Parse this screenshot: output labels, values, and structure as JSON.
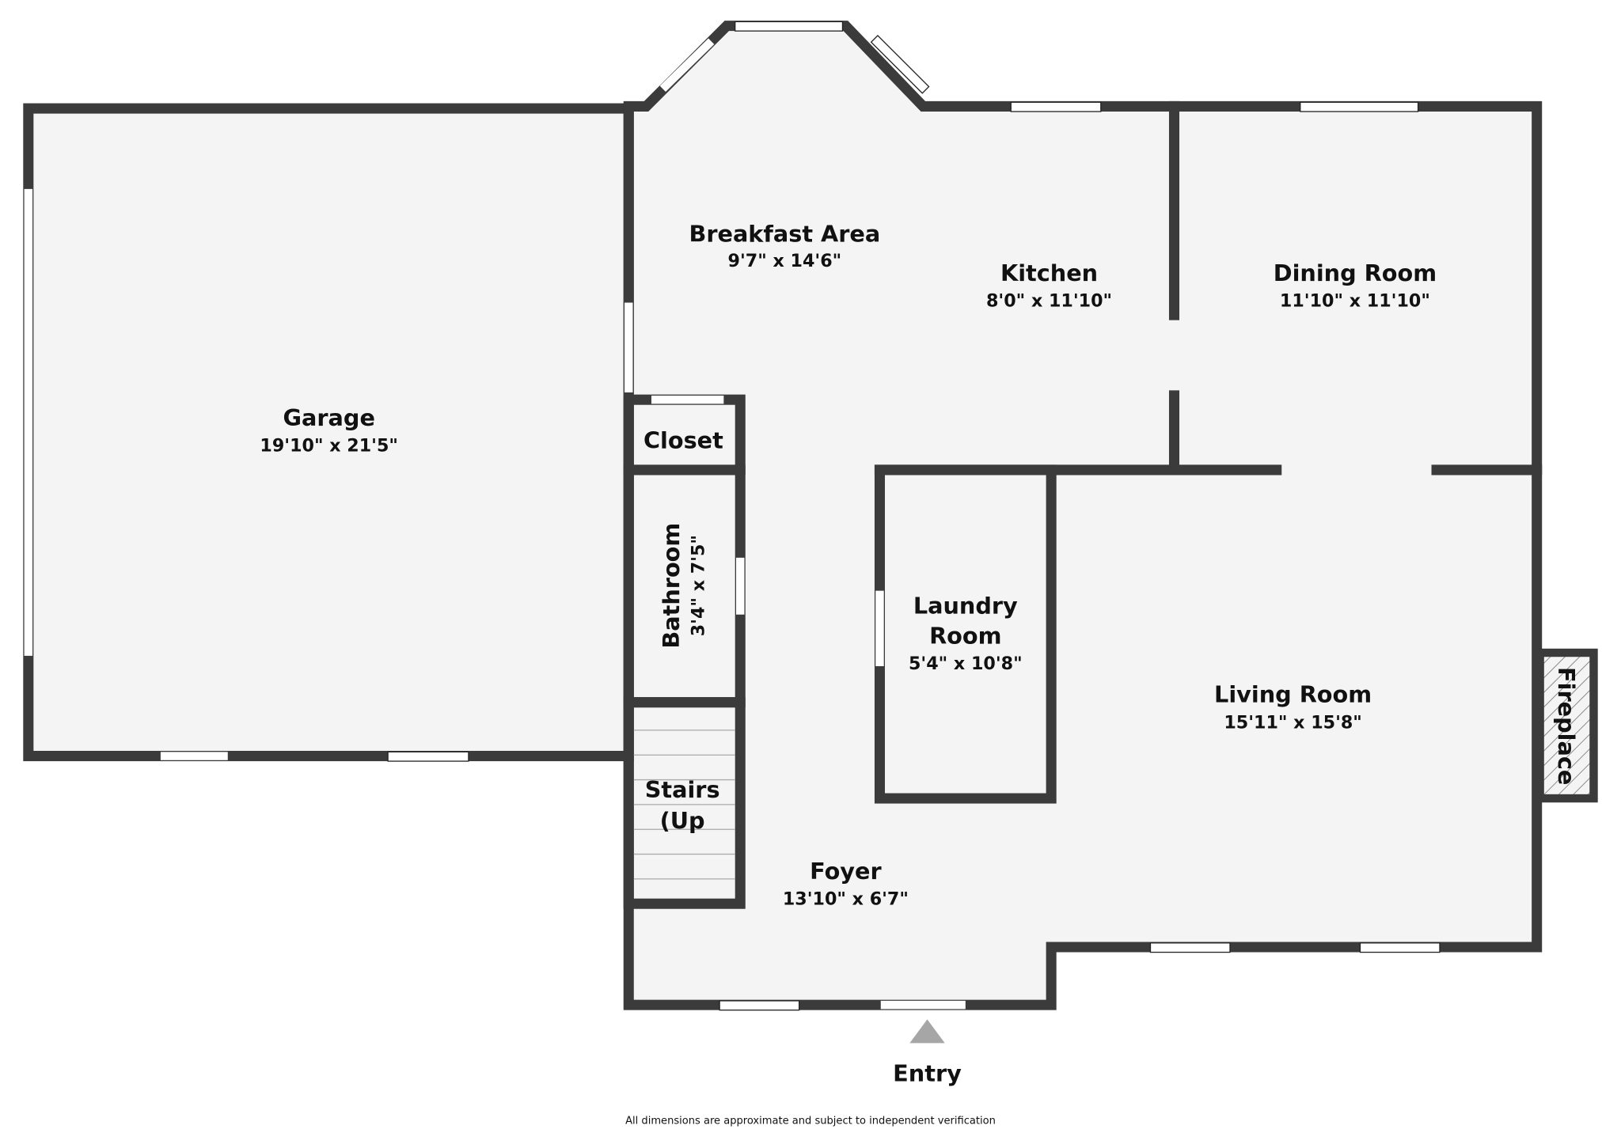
{
  "rooms": {
    "garage": {
      "name": "Garage",
      "dims": "19'10\" x 21'5\""
    },
    "breakfast": {
      "name": "Breakfast Area",
      "dims": "9'7\" x 14'6\""
    },
    "kitchen": {
      "name": "Kitchen",
      "dims": "8'0\" x 11'10\""
    },
    "dining": {
      "name": "Dining Room",
      "dims": "11'10\" x 11'10\""
    },
    "closet": {
      "name": "Closet"
    },
    "bathroom": {
      "name": "Bathroom",
      "dims": "3'4\" x 7'5\""
    },
    "laundry": {
      "name_line1": "Laundry",
      "name_line2": "Room",
      "dims": "5'4\" x 10'8\""
    },
    "living": {
      "name": "Living Room",
      "dims": "15'11\" x 15'8\""
    },
    "fireplace": {
      "name": "Fireplace"
    },
    "stairs": {
      "name_line1": "Stairs",
      "name_line2": "(Up"
    },
    "foyer": {
      "name": "Foyer",
      "dims": "13'10\" x 6'7\""
    }
  },
  "entry": {
    "label": "Entry"
  },
  "footer": {
    "disclaimer": "All dimensions are approximate and subject to independent verification"
  },
  "colors": {
    "wall": "#3b3b3b",
    "floor": "#f4f4f4",
    "entry_arrow": "#a6a6a6"
  }
}
